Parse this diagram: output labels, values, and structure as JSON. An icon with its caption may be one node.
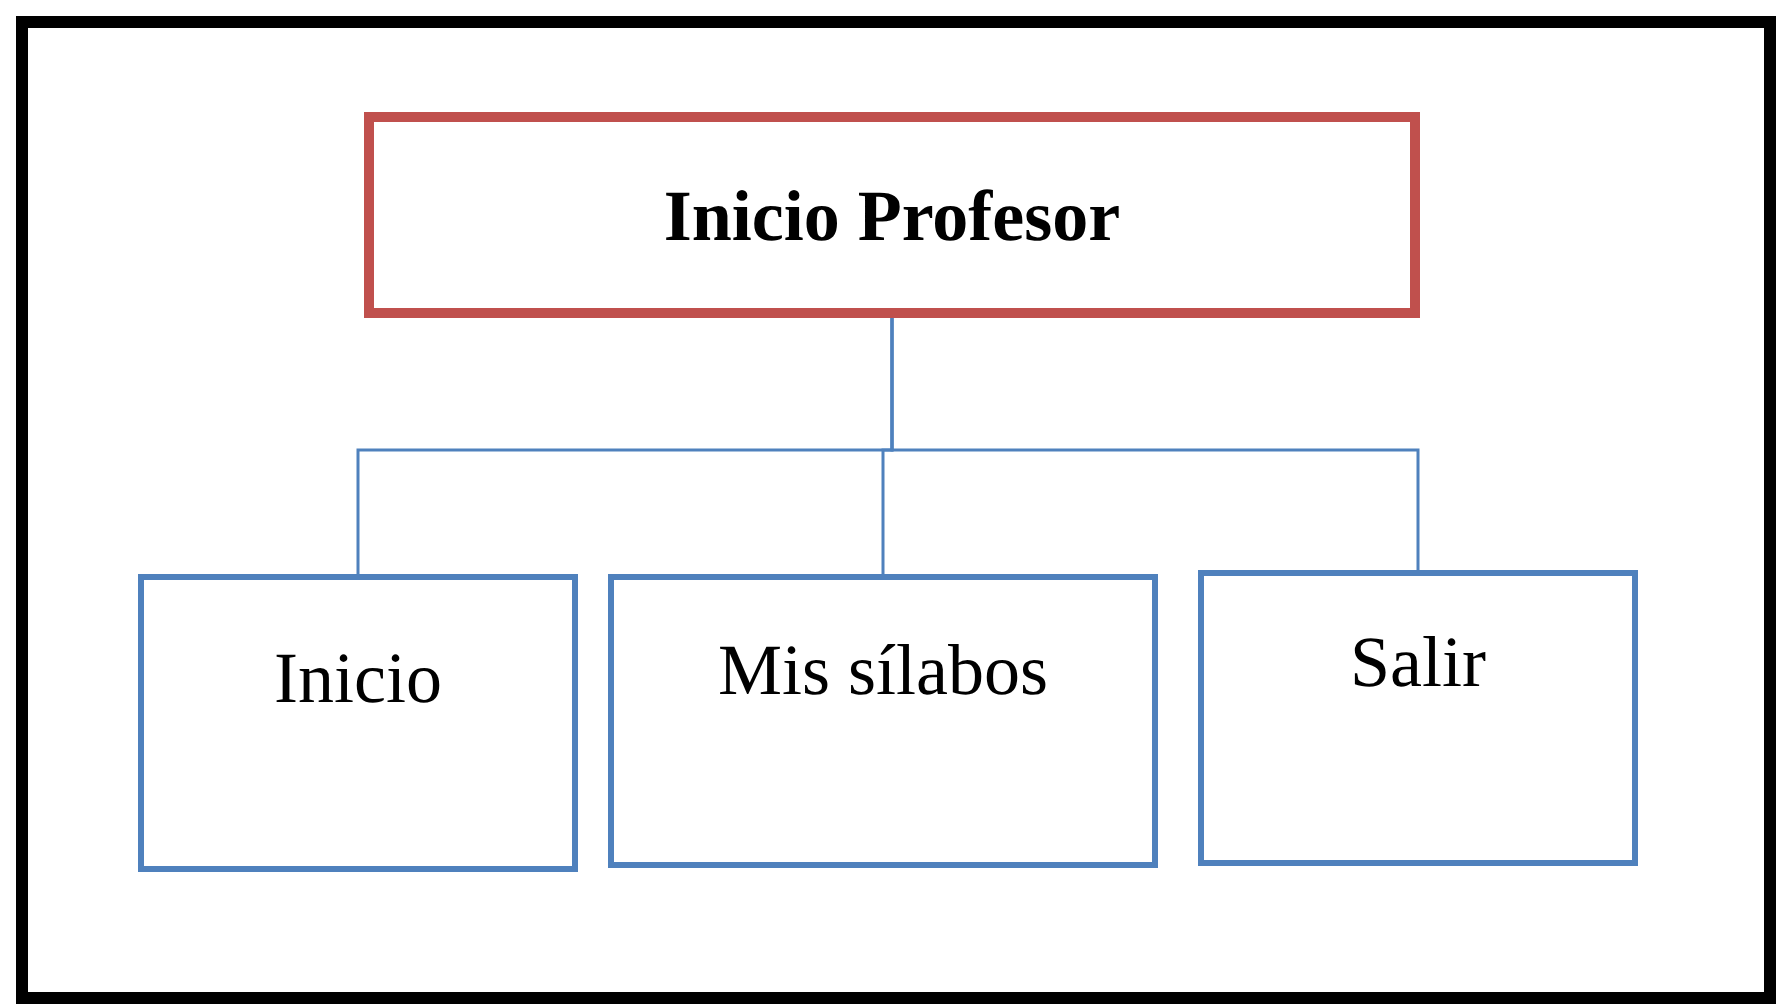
{
  "diagram": {
    "nodes": [
      {
        "text": [
          "Inicio Profesor"
        ]
      },
      {
        "text": [
          "Inicio"
        ]
      },
      {
        "text": [
          "Mis sílabos"
        ]
      },
      {
        "text": [
          "Salir"
        ]
      }
    ],
    "edges": [
      {
        "from": 0,
        "to": 1,
        "arrow": "none"
      },
      {
        "from": 0,
        "to": 2,
        "arrow": "none"
      },
      {
        "from": 0,
        "to": 3,
        "arrow": "none"
      }
    ]
  }
}
